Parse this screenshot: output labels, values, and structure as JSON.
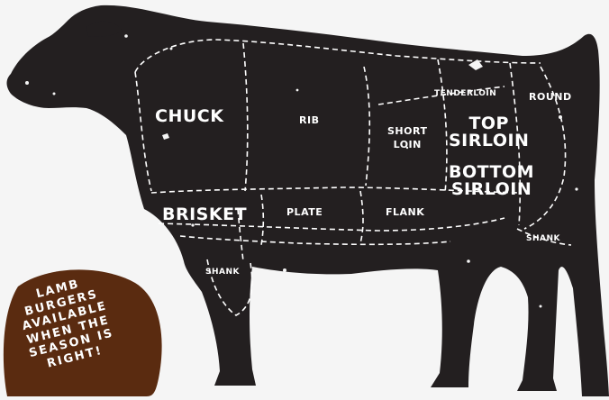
{
  "colors": {
    "background": "#f5f5f5",
    "cow": "#231f20",
    "label": "#ffffff",
    "badge": "#5a2b10"
  },
  "cuts": {
    "chuck": "CHUCK",
    "rib": "RIB",
    "short_loin": [
      "SHORT",
      "LOIN"
    ],
    "tenderloin": "TENDERLOIN",
    "round": "ROUND",
    "top_sirloin": [
      "TOP",
      "SIRLOIN"
    ],
    "bottom_sirloin": [
      "BOTTOM",
      "SIRLOIN"
    ],
    "brisket": "BRISKET",
    "plate": "PLATE",
    "flank": "FLANK",
    "shank_front": "SHANK",
    "shank_rear": "SHANK"
  },
  "badge": {
    "lines": [
      "LAMB",
      "BURGERS",
      "AVAILABLE",
      "WHEN THE",
      "SEASON IS",
      "RIGHT!"
    ]
  }
}
